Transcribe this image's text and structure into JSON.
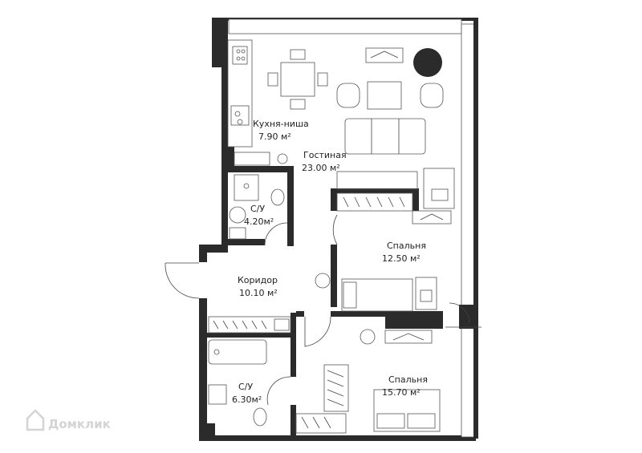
{
  "rooms": {
    "kitchen": {
      "name": "Кухня-ниша",
      "area": "7.90 м²"
    },
    "living": {
      "name": "Гостиная",
      "area": "23.00 м²"
    },
    "bath1": {
      "name": "С/У",
      "area": "4.20м²"
    },
    "bedroom1": {
      "name": "Спальня",
      "area": "12.50 м²"
    },
    "corridor": {
      "name": "Коридор",
      "area": "10.10 м²"
    },
    "bath2": {
      "name": "С/У",
      "area": "6.30м²"
    },
    "bedroom2": {
      "name": "Спальня",
      "area": "15.70 м²"
    }
  },
  "watermark": {
    "text": "Домклик"
  },
  "colors": {
    "wall": "#2b2b2b",
    "line": "#555555",
    "background": "#ffffff"
  }
}
